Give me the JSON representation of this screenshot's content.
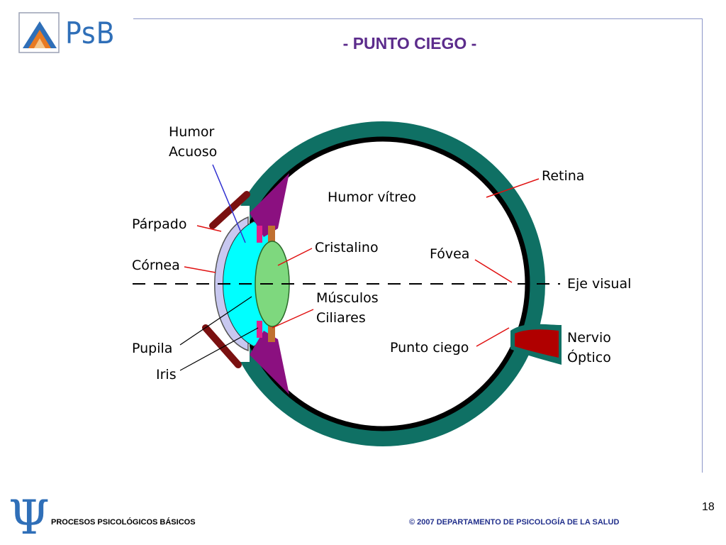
{
  "header": {
    "logo_text": "PsB",
    "title": "- PUNTO CIEGO -"
  },
  "diagram": {
    "labels": {
      "humor_acuoso_1": "Humor",
      "humor_acuoso_2": "Acuoso",
      "parpado": "Párpado",
      "cornea": "Córnea",
      "pupila": "Pupila",
      "iris": "Iris",
      "humor_vitreo": "Humor vítreo",
      "cristalino": "Cristalino",
      "musculos_1": "Músculos",
      "musculos_2": "Ciliares",
      "retina": "Retina",
      "fovea": "Fóvea",
      "eje_visual": "Eje visual",
      "punto_ciego": "Punto ciego",
      "nervio_1": "Nervio",
      "nervio_2": "Óptico"
    },
    "colors": {
      "sclera": "#0f7064",
      "retina": "#000000",
      "cornea": "#c8c8f0",
      "aqueous": "#00ffff",
      "lens": "#7ed87e",
      "ciliary": "#8b1080",
      "eyelid": "#7a1010",
      "pointer_red": "#e01010",
      "pointer_blue": "#3030d0",
      "nerve": "#b00000"
    }
  },
  "footer": {
    "left": "PROCESOS PSICOLÓGICOS BÁSICOS",
    "right": "© 2007 DEPARTAMENTO DE PSICOLOGÍA DE LA SALUD",
    "page": "18"
  }
}
